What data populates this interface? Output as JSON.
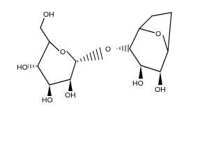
{
  "molecule": {
    "atoms": {
      "ring1_oxygen": "O",
      "ch2oh": "OH",
      "glycosidic_oxygen": "O",
      "ring2_oxygen": "O",
      "c4_hydroxyl": "HO",
      "c3_hydroxyl": "HO",
      "c2_hydroxyl": "OH",
      "c2b_hydroxyl": "HO",
      "c1b_hydroxyl": "OH"
    }
  }
}
